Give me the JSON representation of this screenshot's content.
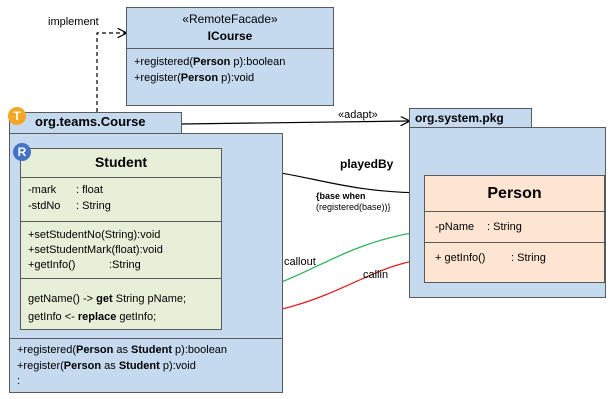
{
  "implement_label": "implement",
  "adapt_label": "«adapt»",
  "icourse": {
    "stereotype": "«RemoteFacade»",
    "name": "ICourse",
    "ops": [
      [
        "+registered(",
        "Person",
        " p):boolean"
      ],
      [
        "+register(",
        "Person",
        " p):void"
      ]
    ]
  },
  "team": {
    "badge": "T",
    "name": "org.teams.Course",
    "ops": [
      [
        "+registered(",
        "Person",
        " as ",
        "Student",
        " p):boolean"
      ],
      [
        "+register(",
        "Person",
        " as ",
        "Student",
        " p):void"
      ],
      [
        ":"
      ]
    ]
  },
  "student": {
    "badge": "R",
    "name": "Student",
    "attrs": [
      {
        "name": "-mark",
        "type": ": float"
      },
      {
        "name": "-stdNo",
        "type": ": String"
      }
    ],
    "ops": [
      "+setStudentNo(String):void",
      "+setStudentMark(float):void",
      "+getInfo()",
      ":String"
    ],
    "bindings": [
      [
        "getName() -> ",
        "get",
        " String pName;"
      ],
      [
        "getInfo <- ",
        "replace",
        " getInfo;"
      ]
    ]
  },
  "pkg": {
    "name": "org.system.pkg"
  },
  "person": {
    "name": "Person",
    "attr_name": "-pName",
    "attr_type": ": String",
    "op_name": "+ getInfo()",
    "op_type": ": String"
  },
  "played_by": "playedBy",
  "guard": {
    "line1": "{base when",
    "line2": "(registered(base))}"
  },
  "callout_label": "callout",
  "callin_label": "callin",
  "colors": {
    "box_blue": "#c5d9ef",
    "role_green": "#e8efd8",
    "base_peach": "#fde5d2",
    "badge_orange": "#f5a623",
    "badge_blue": "#4472c4",
    "callout_green": "#2fb35a",
    "callin_red": "#e02020"
  }
}
